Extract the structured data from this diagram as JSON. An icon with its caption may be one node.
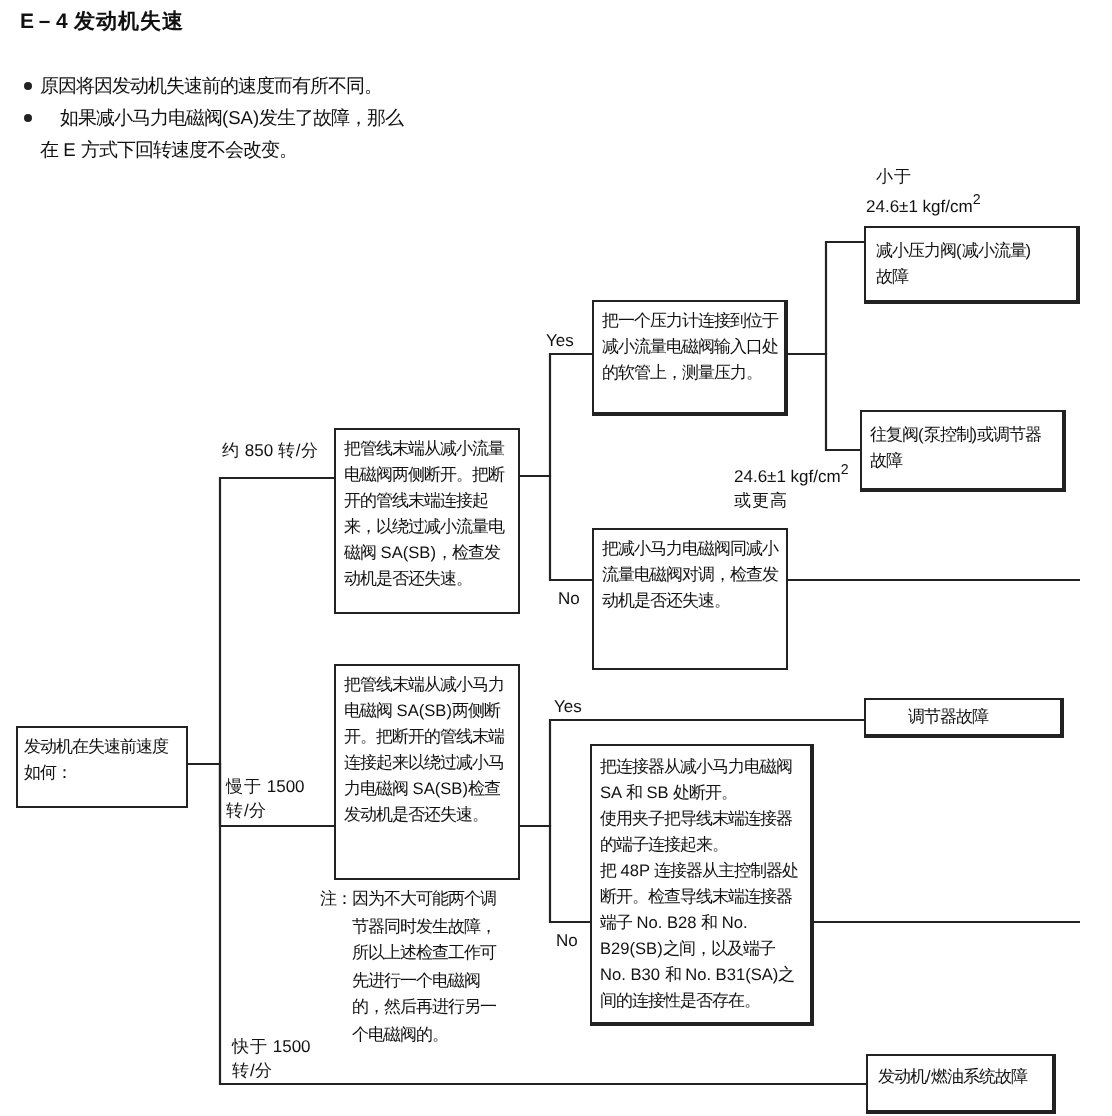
{
  "diagram": {
    "title": "E－4 发动机失速",
    "nodes": [
      {
        "text": [
          "发动机在失速前速度如何："
        ]
      },
      {
        "text": [
          "把管线末端从减小流量电磁阀两侧断开。把断开的管线末端连接起来，以绕过减小流量电磁阀 SA(SB)，检查发动机是否还失速。"
        ]
      },
      {
        "text": [
          "把一个压力计连接到位于减小流量电磁阀输入口处的软管上，测量压力。"
        ]
      },
      {
        "text": [
          "减小压力阀(减小流量)故障"
        ]
      },
      {
        "text": [
          "往复阀(泵控制)或调节器故障"
        ]
      },
      {
        "text": [
          "把减小马力电磁阀同减小流量电磁阀对调，检查发动机是否还失速。"
        ]
      },
      {
        "text": [
          "把管线末端从减小马力电磁阀 SA(SB)两侧断开。把断开的管线末端连接起来以绕过减小马力电磁阀 SA(SB)检查发动机是否还失速。"
        ],
        "beside": [
          "注：因为不大可能两个调节器同时发生故障，所以上述检查工作可先进行一个电磁阀的，然后再进行另一个电磁阀的。"
        ]
      },
      {
        "text": [
          "调节器故障"
        ]
      },
      {
        "text": [
          "把连接器从减小马力电磁阀 SA 和 SB 处断开。",
          "使用夹子把导线末端连接器的端子连接起来。",
          "把 48P 连接器从主控制器处断开。检查导线末端连接器端子 No. B28 和 No. B29(SB)之间，以及端子 No. B30 和 No. B31(SA)之间的连接性是否存在。"
        ]
      },
      {
        "text": [
          "发动机/燃油系统故障"
        ]
      }
    ],
    "edges": [
      {
        "from": 0,
        "to": 1,
        "arrow": "none",
        "label": "约 850 转/分"
      },
      {
        "from": 0,
        "to": 6,
        "arrow": "none",
        "label": "慢于 1500 转/分"
      },
      {
        "from": 0,
        "to": 9,
        "arrow": "none",
        "label": "快于 1500 转/分"
      },
      {
        "from": 1,
        "to": 2,
        "arrow": "none",
        "label": "Yes"
      },
      {
        "from": 1,
        "to": 5,
        "arrow": "none",
        "label": "No"
      },
      {
        "from": 2,
        "to": 3,
        "arrow": "none",
        "label": "小于 24.6±1 kgf/cm$^{2}$"
      },
      {
        "from": 2,
        "to": 4,
        "arrow": "none",
        "label": "24.6±1 kgf/cm$^{2}$ 或更高"
      },
      {
        "from": 5,
        "to": null,
        "arrow": "none"
      },
      {
        "from": 6,
        "to": 7,
        "arrow": "none",
        "label": "Yes"
      },
      {
        "from": 6,
        "to": 8,
        "arrow": "none",
        "label": "No"
      },
      {
        "from": 8,
        "to": null,
        "arrow": "none"
      }
    ],
    "labels": [
      "原因将因发动机失速前的速度而有所不同。",
      "如果减小马力电磁阀(SA)发生了故障，那么在 E 方式下回转速度不会改变。"
    ]
  }
}
